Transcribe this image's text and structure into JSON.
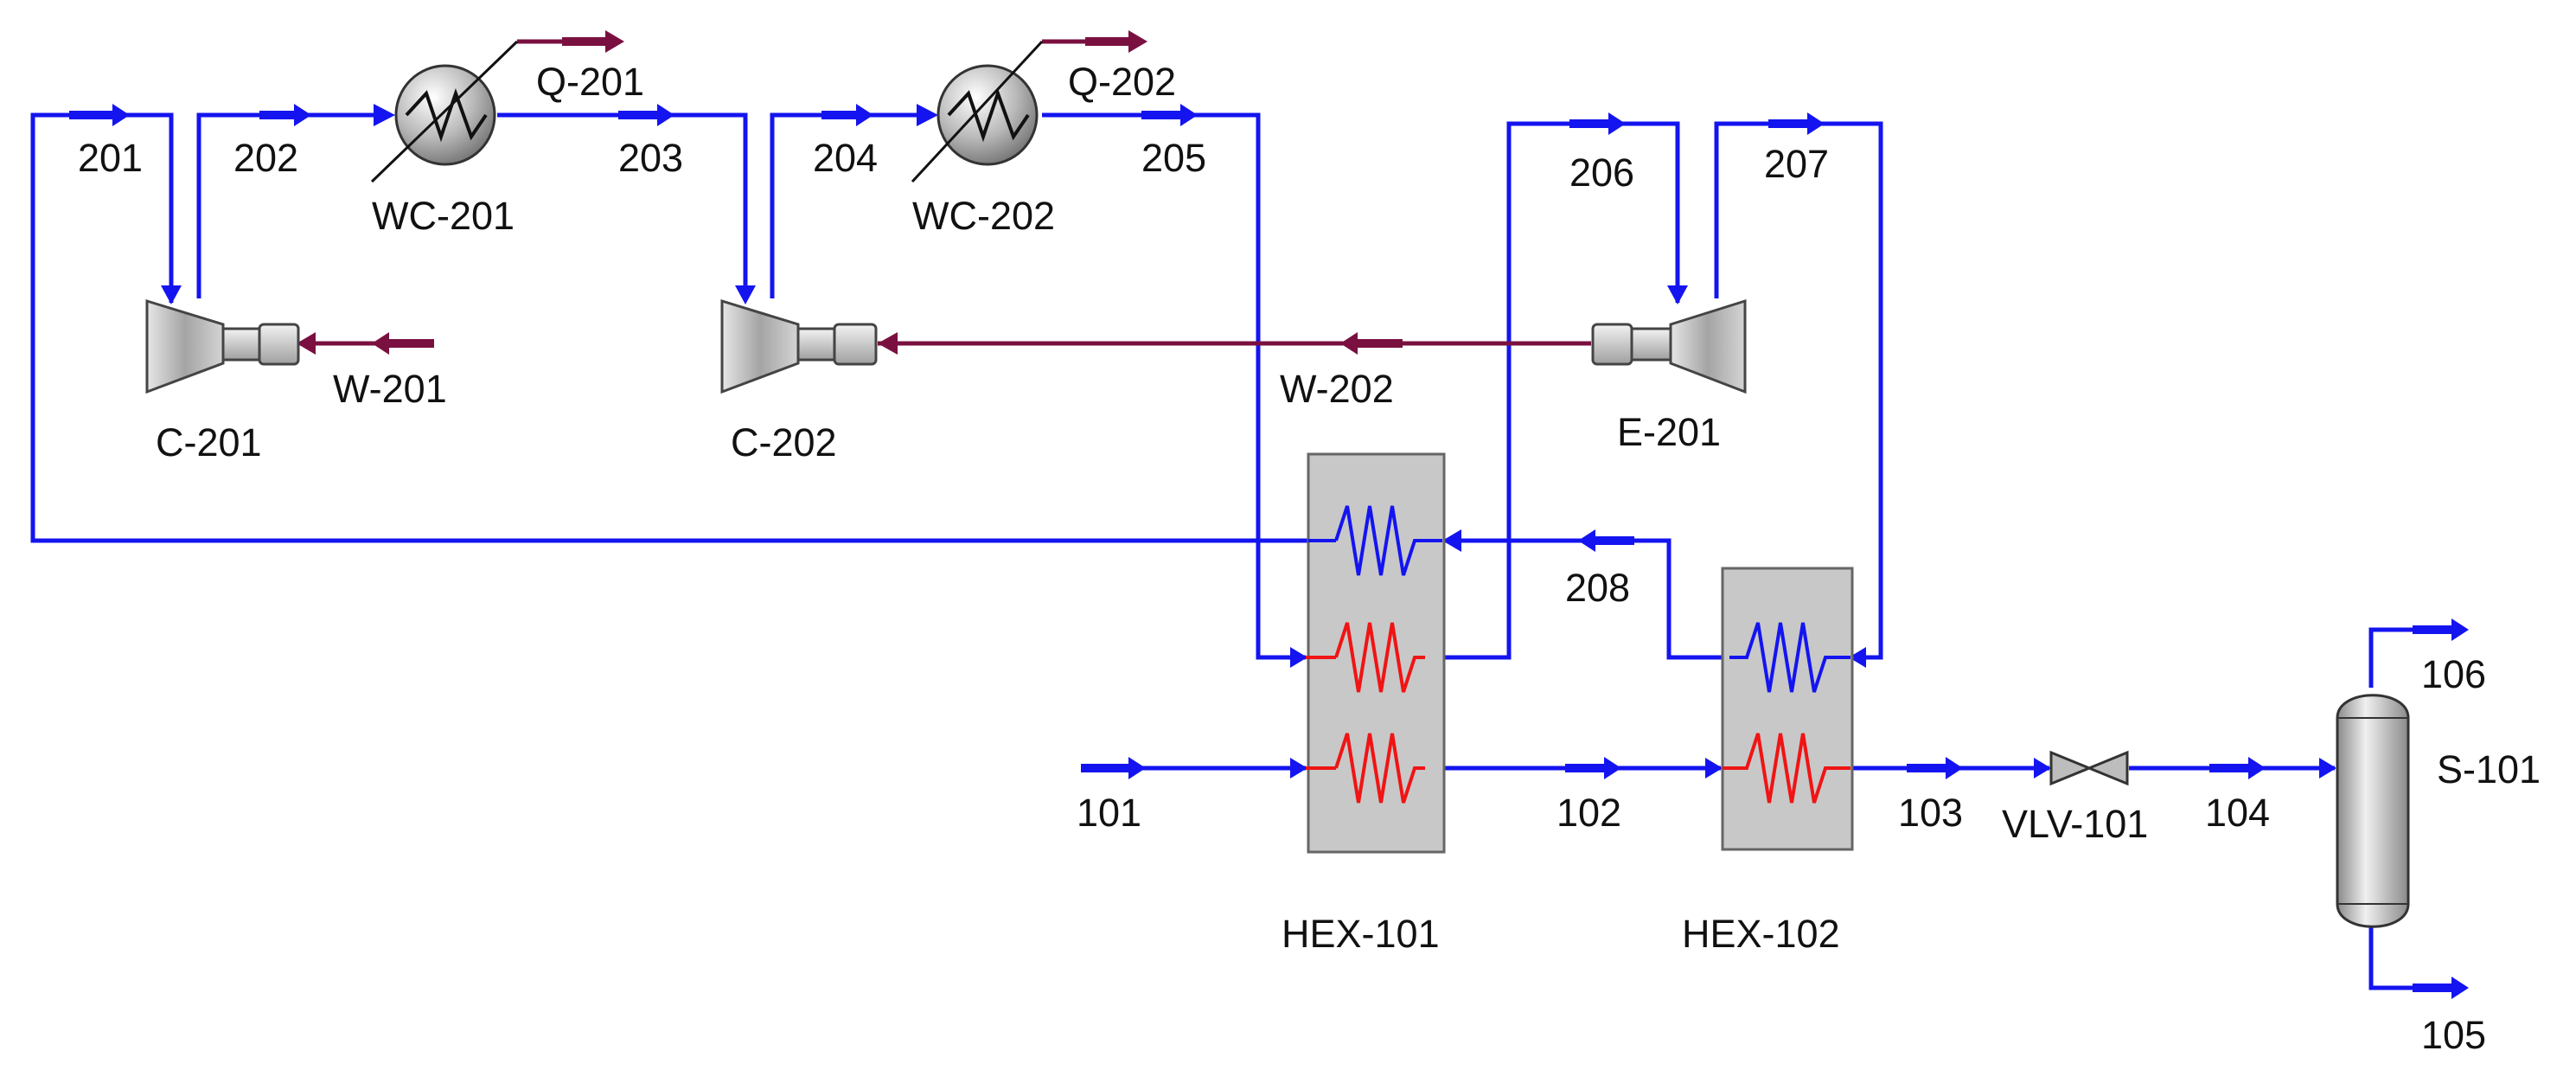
{
  "colors": {
    "material_stream": "#1414f0",
    "energy_stream": "#7a1040",
    "cold_coil": "#1414f0",
    "hot_coil": "#f01414",
    "hex_body": "#c8c8c8",
    "equipment_grey": "#a8a8a8"
  },
  "streams": {
    "s101": "101",
    "s102": "102",
    "s103": "103",
    "s104": "104",
    "s105": "105",
    "s106": "106",
    "s201": "201",
    "s202": "202",
    "s203": "203",
    "s204": "204",
    "s205": "205",
    "s206": "206",
    "s207": "207",
    "s208": "208"
  },
  "energy": {
    "q201": "Q-201",
    "q202": "Q-202",
    "w201": "W-201",
    "w202": "W-202"
  },
  "equipment": {
    "wc201": "WC-201",
    "wc202": "WC-202",
    "c201": "C-201",
    "c202": "C-202",
    "e201": "E-201",
    "hex101": "HEX-101",
    "hex102": "HEX-102",
    "vlv101": "VLV-101",
    "s101": "S-101"
  }
}
